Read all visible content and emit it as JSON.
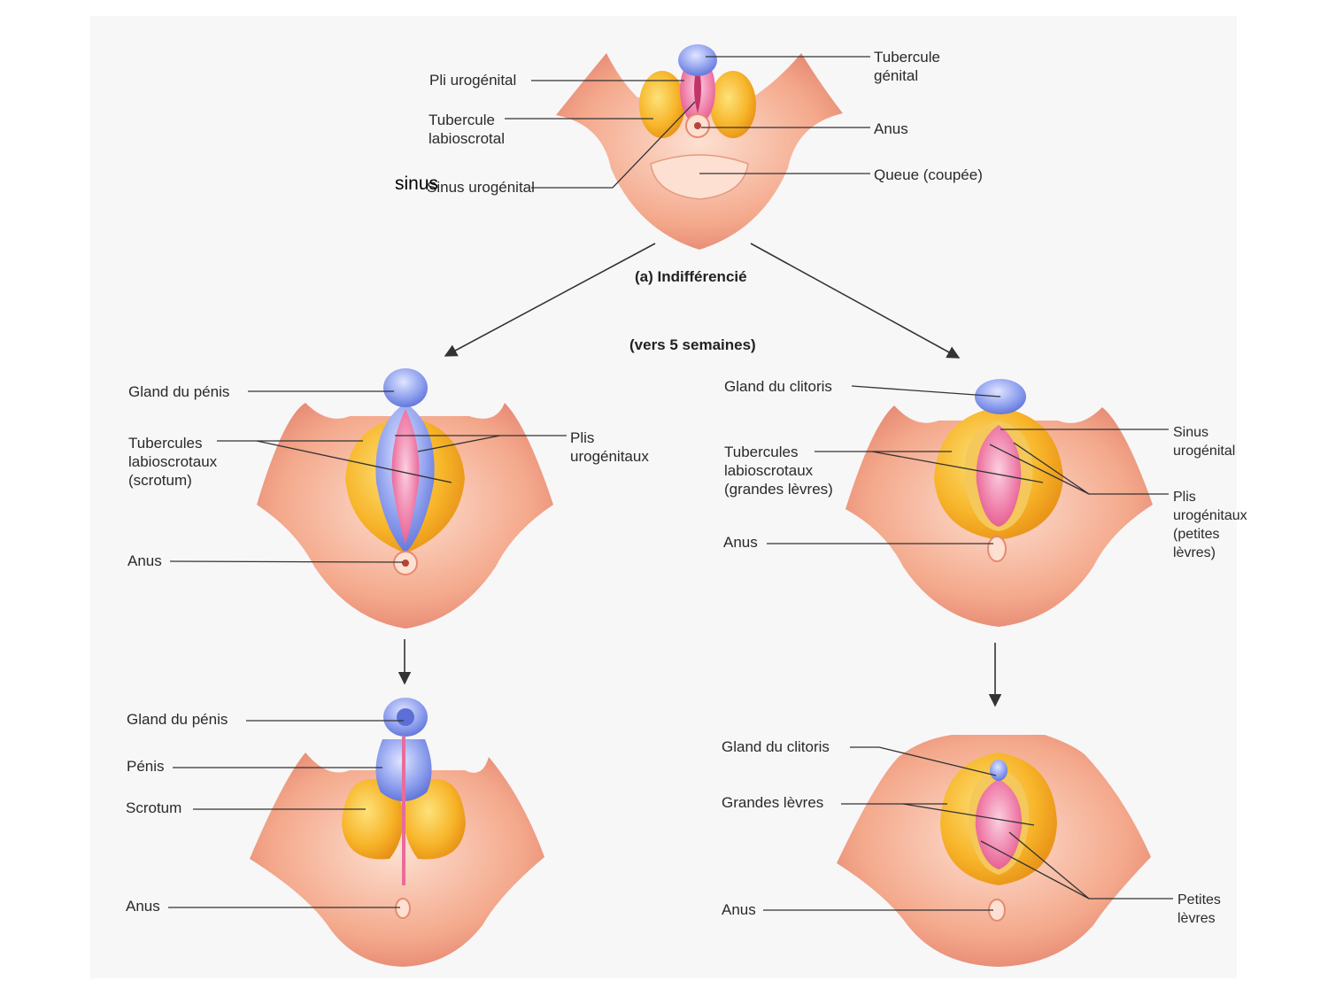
{
  "stage_a": {
    "caption": "(a) Indifférencié",
    "subcaption": "(vers 5 semaines)",
    "labels": {
      "pli_urogenital": "Pli urogénital",
      "tubercule_labioscrotal": "Tubercule\nlabioscrotal",
      "sinus_urogenital": "Sinus urogénital",
      "sinus_overlay": "sinus",
      "tubercule_genital": "Tubercule\ngénital",
      "anus": "Anus",
      "queue": "Queue (coupée)"
    }
  },
  "male_mid": {
    "labels": {
      "gland_penis": "Gland du pénis",
      "tubercules": "Tubercules\nlabioscrotaux\n(scrotum)",
      "plis": "Plis\nurogénitaux",
      "anus": "Anus"
    }
  },
  "female_mid": {
    "labels": {
      "gland_clitoris": "Gland du clitoris",
      "tubercules": "Tubercules\nlabioscrotaux\n(grandes lèvres)",
      "anus": "Anus",
      "sinus": "Sinus\nurogénital",
      "plis": "Plis\nurogénitaux\n(petites\nlèvres)"
    }
  },
  "male_final": {
    "labels": {
      "gland_penis": "Gland du pénis",
      "penis": "Pénis",
      "scrotum": "Scrotum",
      "anus": "Anus"
    }
  },
  "female_final": {
    "labels": {
      "gland_clitoris": "Gland du clitoris",
      "grandes_levres": "Grandes lèvres",
      "anus": "Anus",
      "petites_levres": "Petites\nlèvres"
    }
  },
  "colors": {
    "skin": "#f4a98c",
    "skin_light": "#fde0d2",
    "skin_dark": "#e48470",
    "fold": "#f2a91d",
    "fold_light": "#fdd25a",
    "blue": "#7e92e8",
    "blue_light": "#c8d2fb",
    "pink": "#ec5f93",
    "pink_light": "#f6b2cc",
    "leader": "#333333"
  }
}
